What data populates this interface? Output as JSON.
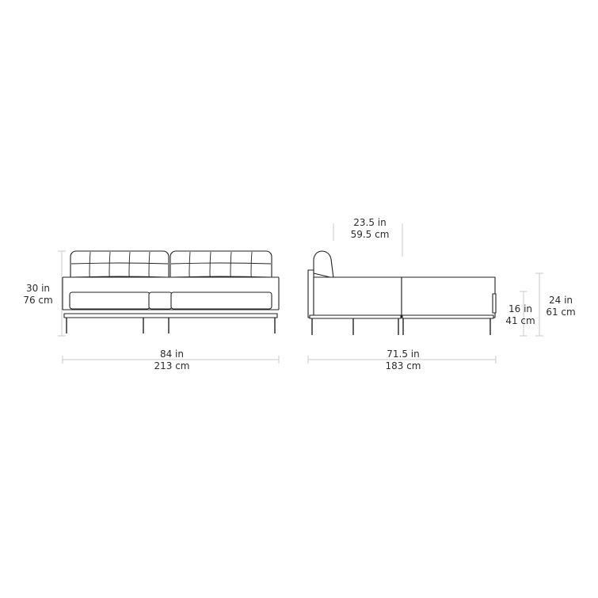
{
  "front_view": {
    "height": {
      "imperial": "30 in",
      "metric": "76 cm"
    },
    "width": {
      "imperial": "84 in",
      "metric": "213 cm"
    }
  },
  "side_view": {
    "cushion_depth": {
      "imperial": "23.5 in",
      "metric": "59.5 cm"
    },
    "seat_height": {
      "imperial": "16 in",
      "metric": "41 cm"
    },
    "arm_height": {
      "imperial": "24 in",
      "metric": "61 cm"
    },
    "length": {
      "imperial": "71.5 in",
      "metric": "183 cm"
    }
  },
  "colors": {
    "line": "#222222",
    "dimension_line": "#c9c9c9",
    "text": "#2b2b2b",
    "background": "#ffffff"
  }
}
